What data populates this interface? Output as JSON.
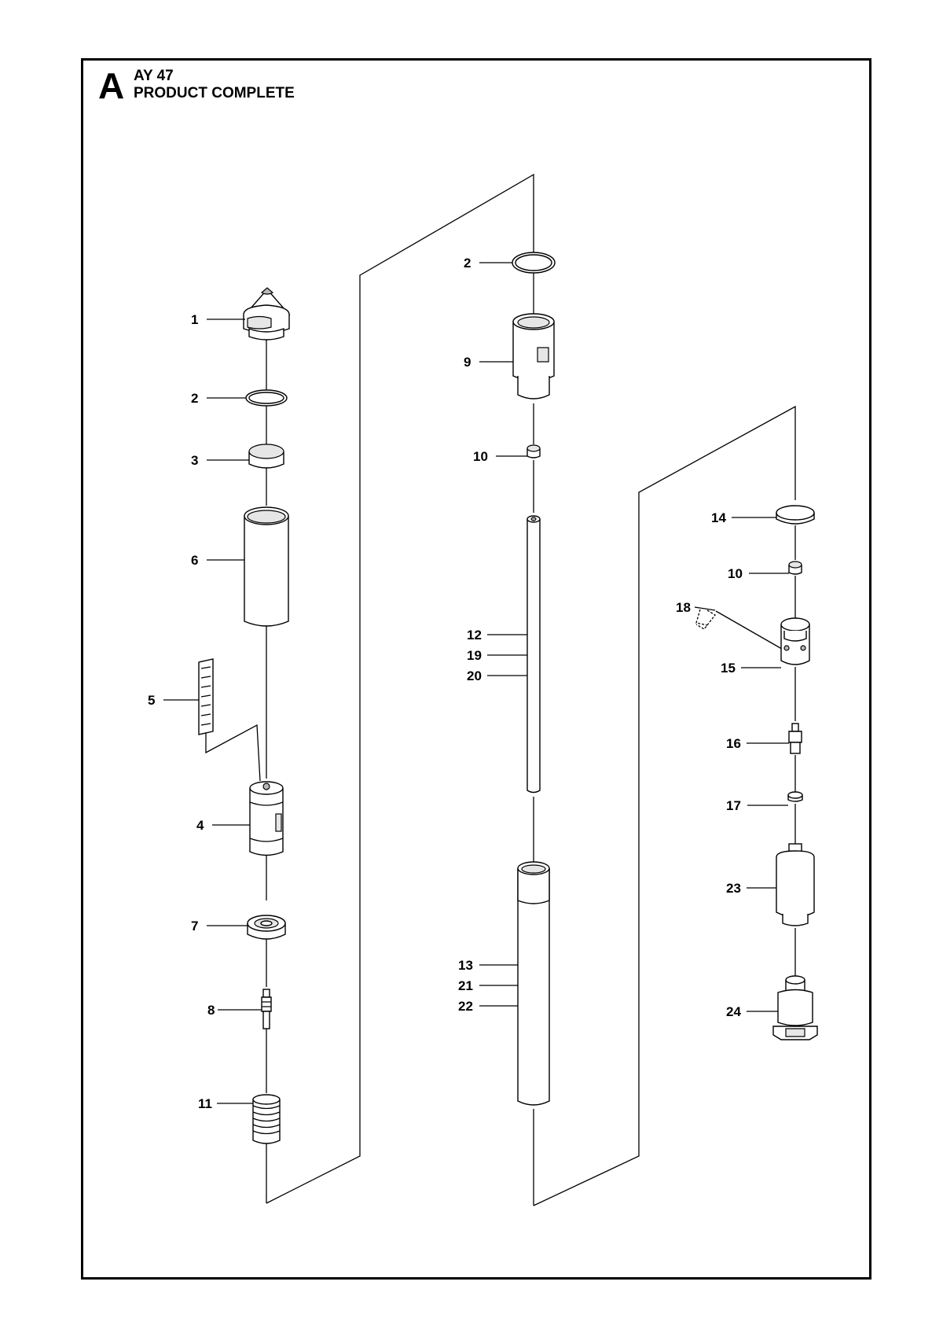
{
  "header": {
    "section_letter": "A",
    "model_code": "AY 47",
    "assembly_name": "PRODUCT COMPLETE"
  },
  "callouts": {
    "c1": "1",
    "c2a": "2",
    "c3": "3",
    "c6": "6",
    "c5": "5",
    "c4": "4",
    "c7": "7",
    "c8": "8",
    "c11": "11",
    "c2b": "2",
    "c9": "9",
    "c10a": "10",
    "c12": "12",
    "c19": "19",
    "c20": "20",
    "c13": "13",
    "c21": "21",
    "c22": "22",
    "c14": "14",
    "c10b": "10",
    "c18": "18",
    "c15": "15",
    "c16": "16",
    "c17": "17",
    "c23": "23",
    "c24": "24"
  },
  "colors": {
    "line": "#000000",
    "background": "#ffffff",
    "shade": "#e6e6e6"
  }
}
